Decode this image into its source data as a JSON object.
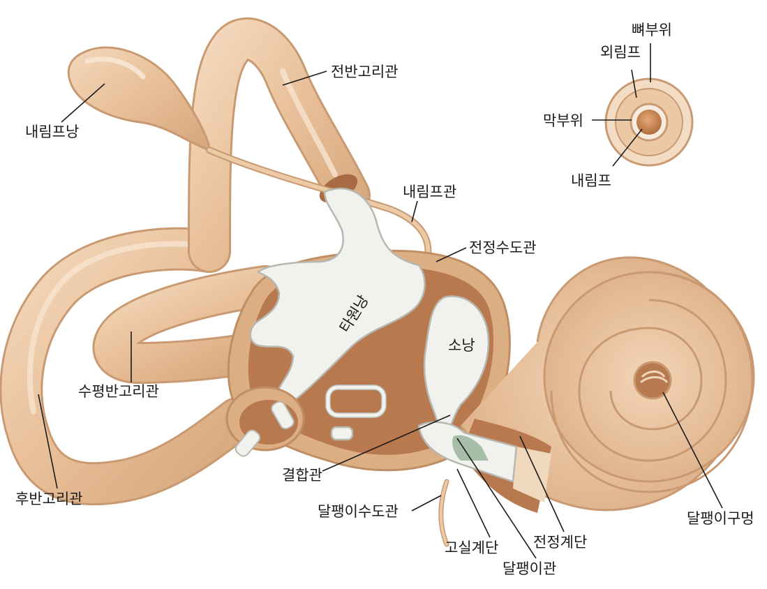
{
  "labels": {
    "endolymphatic_sac": "내림프낭",
    "anterior_canal": "전반고리관",
    "endolymphatic_duct": "내림프관",
    "vestibular_aqueduct": "전정수도관",
    "utricle": "타원낭",
    "saccule": "소낭",
    "lateral_canal": "수평반고리관",
    "posterior_canal": "후반고리관",
    "ductus_reuniens": "결합관",
    "cochlear_aqueduct": "달팽이수도관",
    "scala_tympani": "고실계단",
    "cochlear_duct": "달팽이관",
    "scala_vestibuli": "전정계단",
    "helicotrema": "달팽이구멍"
  },
  "inset": {
    "perilymph": "외림프",
    "bony_labyrinth": "뼈부위",
    "membranous_labyrinth": "막부위",
    "endolymph": "내림프"
  },
  "colors": {
    "bone": "#e8c09b",
    "bone_dark": "#c99a72",
    "bone_light": "#f6dfc6",
    "cavity": "#b9794e",
    "membrane": "#f1f1ee",
    "membrane_edge": "#b7b7b0",
    "cochlear_duct": "#a7bfa8"
  }
}
